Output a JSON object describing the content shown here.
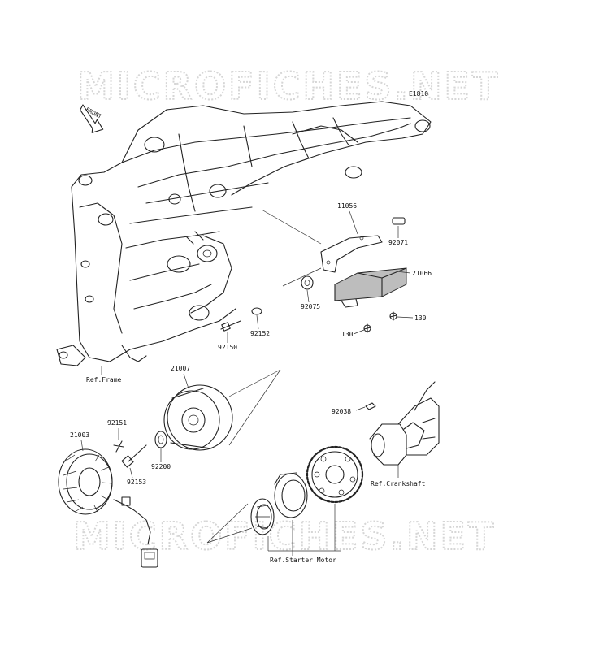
{
  "watermark": {
    "text": "MICROFICHES.NET"
  },
  "diagram_code": "E1810",
  "front_arrow_label": "FRONT",
  "part_labels": {
    "p11056": "11056",
    "p92071": "92071",
    "p21066": "21066",
    "p92075": "92075",
    "p130a": "130",
    "p130b": "130",
    "p92152": "92152",
    "p92150": "92150",
    "p21007": "21007",
    "p92151": "92151",
    "p21003": "21003",
    "p92200": "92200",
    "p92153": "92153",
    "p92038": "92038"
  },
  "references": {
    "frame": "Ref.Frame",
    "crankshaft": "Ref.Crankshaft",
    "starter_motor": "Ref.Starter Motor"
  }
}
